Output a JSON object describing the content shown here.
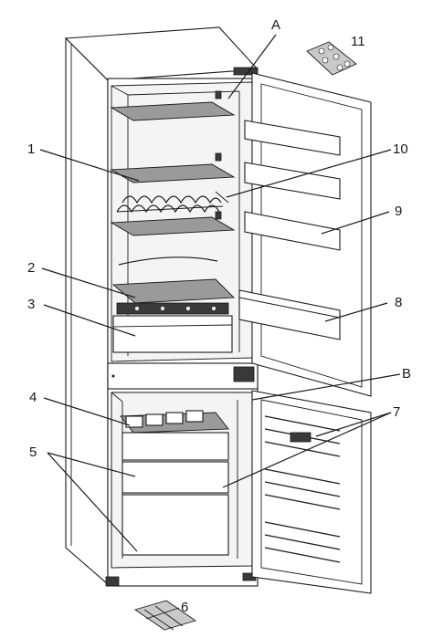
{
  "callouts": {
    "A": "A",
    "B": "B",
    "c1": "1",
    "c2": "2",
    "c3": "3",
    "c4": "4",
    "c5": "5",
    "c6": "6",
    "c7": "7",
    "c8": "8",
    "c9": "9",
    "c10": "10",
    "c11": "11"
  }
}
